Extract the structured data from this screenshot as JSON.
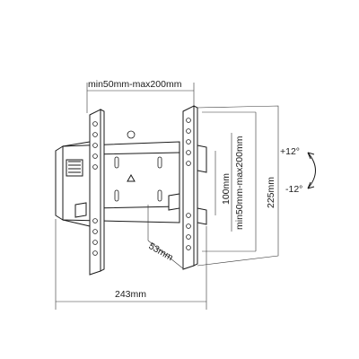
{
  "dimensions": {
    "top_width": "min50mm-max200mm",
    "vertical_range": "min50mm-max200mm",
    "height_100": "100mm",
    "height_225": "225mm",
    "depth": "53mm",
    "width_243": "243mm"
  },
  "tilt": {
    "up": "+12°",
    "down": "-12°"
  },
  "colors": {
    "stroke": "#1a1a1a",
    "background": "#ffffff"
  }
}
